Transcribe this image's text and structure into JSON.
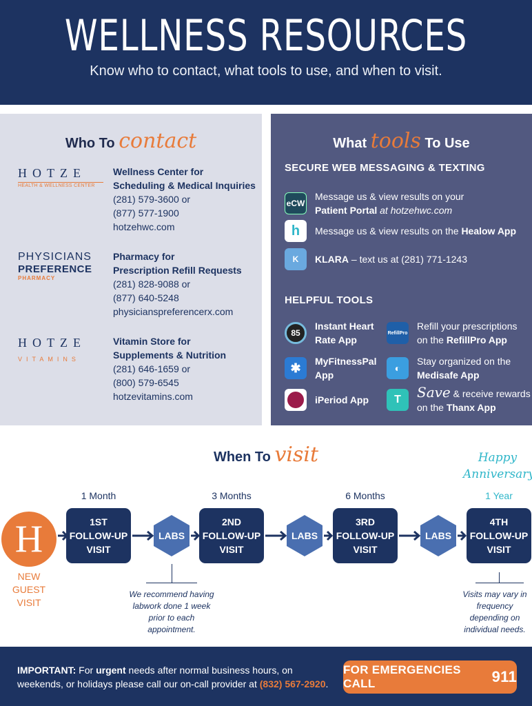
{
  "header": {
    "title": "WELLNESS RESOURCES",
    "subtitle": "Know who to contact, what tools to use, and when to visit."
  },
  "contact": {
    "title_prefix": "Who To",
    "title_script": "contact",
    "entries": [
      {
        "logo_main": "HOTZE",
        "logo_sub": "HEALTH & WELLNESS CENTER",
        "title1": "Wellness Center for",
        "title2": "Scheduling & Medical Inquiries",
        "phone1": "(281) 579-3600 or",
        "phone2": "(877) 577-1900",
        "web": "hotzehwc.com"
      },
      {
        "logo_main": "PHYSICIANS",
        "logo_sub2": "PREFERENCE",
        "logo_sub": "PHARMACY",
        "title1": "Pharmacy for",
        "title2": "Prescription Refill Requests",
        "phone1": "(281) 828-9088 or",
        "phone2": "(877) 640-5248",
        "web": "physicianspreferencerx.com"
      },
      {
        "logo_main": "HOTZE",
        "logo_sub": "VITAMINS",
        "title1": "Vitamin Store for",
        "title2": "Supplements & Nutrition",
        "phone1": "(281) 646-1659 or",
        "phone2": "(800) 579-6545",
        "web": "hotzevitamins.com"
      }
    ]
  },
  "tools": {
    "title_prefix": "What",
    "title_script": "tools",
    "title_suffix": "To Use",
    "secure_heading": "SECURE WEB MESSAGING & TEXTING",
    "secure": [
      {
        "icon": "eCW",
        "line1": "Message us & view results on your",
        "bold": "Patient Portal",
        "rest": " at hotzehwc.com"
      },
      {
        "icon": "h",
        "line1": "Message us & view results on the ",
        "bold": "Healow App"
      },
      {
        "icon": "K",
        "bold": "KLARA",
        "rest": " – text us at (281) 771-1243"
      }
    ],
    "helpful_heading": "HELPFUL TOOLS",
    "helpful": [
      {
        "icon": "85",
        "line1": "Instant Heart",
        "line2": "Rate App"
      },
      {
        "icon": "RefillPro",
        "line1": "Refill your prescriptions",
        "line2_pre": "on the ",
        "line2_bold": "RefillPro App"
      },
      {
        "icon": "fitness",
        "line1": "MyFitnessPal",
        "line2": "App"
      },
      {
        "icon": "medisafe",
        "line1": "Stay organized on the",
        "line2_bold": "Medisafe App"
      },
      {
        "icon": "iperiod",
        "line1": "iPeriod App"
      },
      {
        "icon": "thanx",
        "script": "Save",
        "line1": " & receive rewards",
        "line2_pre": "on the ",
        "line2_bold": "Thanx App"
      }
    ]
  },
  "visit": {
    "title_prefix": "When To",
    "title_script": "visit",
    "happy": "Happy Anniversary!",
    "logo": "H",
    "new_guest": "NEW GUEST VISIT",
    "periods": [
      "1 Month",
      "3 Months",
      "6 Months",
      "1 Year"
    ],
    "boxes": [
      {
        "l1": "1ST",
        "l2": "FOLLOW-UP",
        "l3": "VISIT"
      },
      {
        "l1": "2ND",
        "l2": "FOLLOW-UP",
        "l3": "VISIT"
      },
      {
        "l1": "3RD",
        "l2": "FOLLOW-UP",
        "l3": "VISIT"
      },
      {
        "l1": "4TH",
        "l2": "FOLLOW-UP",
        "l3": "VISIT"
      }
    ],
    "labs": "LABS",
    "note_labs": "We recommend having labwork done 1 week prior to each appointment.",
    "note_visits": "Visits may vary in frequency depending on individual needs."
  },
  "footer": {
    "important_label": "IMPORTANT:",
    "text1": " For ",
    "urgent": "urgent",
    "text2": " needs after normal business hours, on weekends, or holidays please call our on-call provider at ",
    "phone": "(832) 567-2920",
    "text3": ".",
    "emergency_label": "FOR EMERGENCIES CALL",
    "emergency_number": "911"
  },
  "colors": {
    "navy": "#1d3361",
    "orange": "#e87b3a",
    "slate": "#525980",
    "cyan": "#2fb6c9"
  }
}
